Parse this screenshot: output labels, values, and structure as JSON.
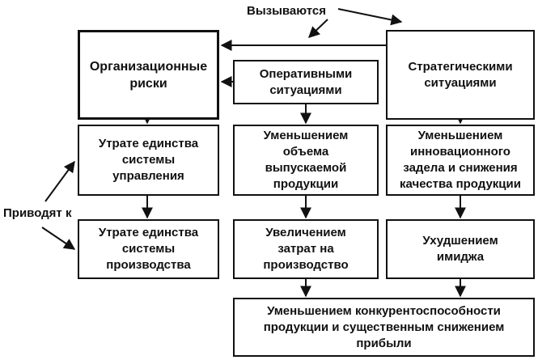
{
  "diagram": {
    "called_label": "Вызываются",
    "lead_label": "Приводят к",
    "boxes": {
      "org_risks": "Организационные\nриски",
      "operational": "Оперативными\nситуациями",
      "strategic": "Стратегическими\nситуациями",
      "mgmt_unity": "Утрате единства\nсистемы\nуправления",
      "prod_unity": "Утрате единства\nсистемы\nпроизводства",
      "output_volume": "Уменьшением\nобъема\nвыпускаемой\nпродукции",
      "cost_increase": "Увеличением\nзатрат на\nпроизводство",
      "innovation": "Уменьшением\nинновационного\nзадела и снижения\nкачества продукции",
      "image": "Ухудшением\nимиджа",
      "competitiveness": "Уменьшением конкурентоспособности\nпродукции и существенным снижением\nприбыли"
    }
  }
}
